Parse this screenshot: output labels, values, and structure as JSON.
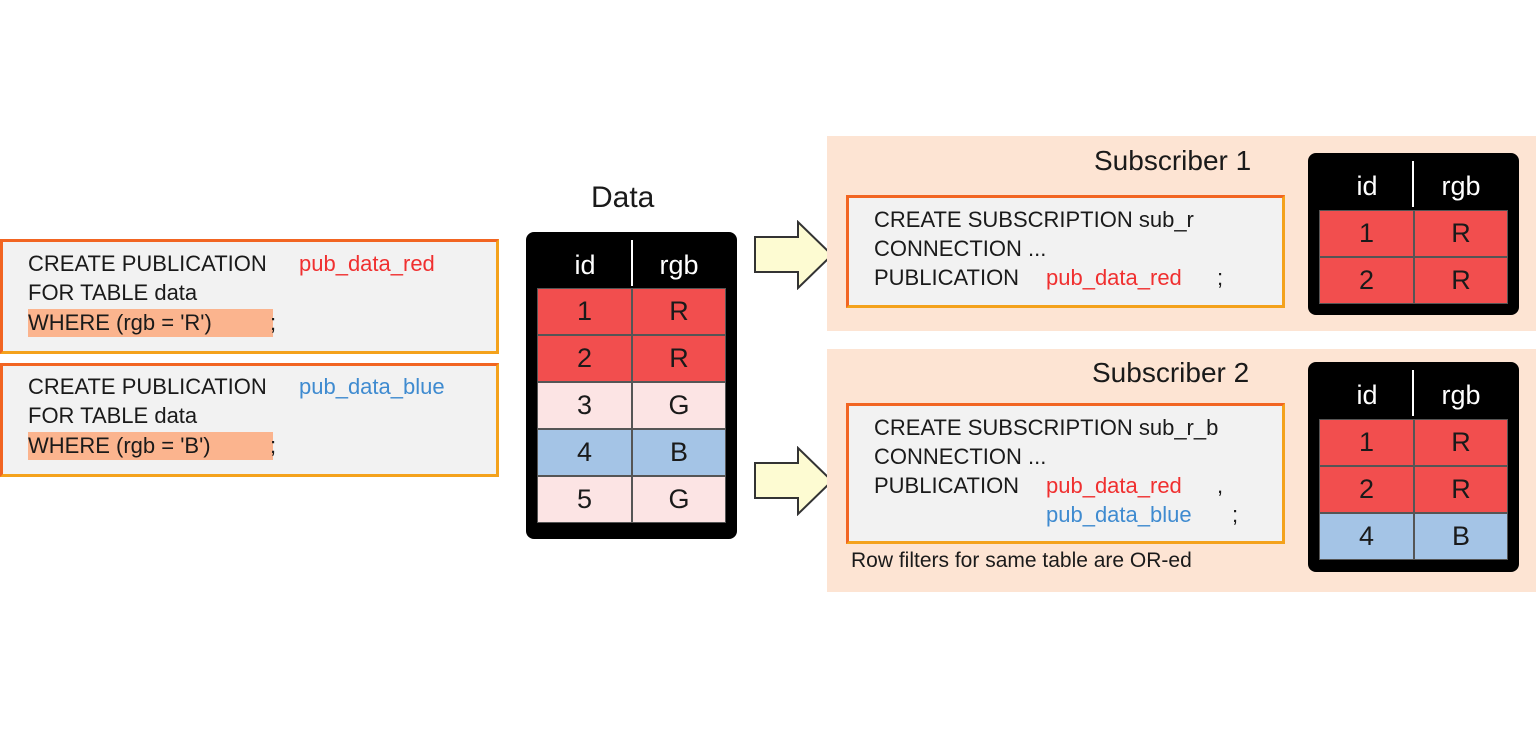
{
  "colors": {
    "red_row": "#f24e4e",
    "blue_row": "#a4c4e6",
    "pink_row": "#fce4e4",
    "panel_bg": "#fde4d3",
    "code_border": "#f26522",
    "highlight": "#fbb48e",
    "arrow_fill": "#fdfbd2"
  },
  "publications": [
    {
      "line1_prefix": "CREATE PUBLICATION",
      "pub_name": "pub_data_red",
      "line2": "FOR TABLE data",
      "line3": "WHERE (rgb = 'R')",
      "line3_end": ";"
    },
    {
      "line1_prefix": "CREATE PUBLICATION",
      "pub_name": "pub_data_blue",
      "line2": "FOR TABLE data",
      "line3": "WHERE (rgb = 'B')",
      "line3_end": ";"
    }
  ],
  "data_table": {
    "title": "Data",
    "headers": [
      "id",
      "rgb"
    ],
    "rows": [
      {
        "id": "1",
        "rgb": "R",
        "color": "red"
      },
      {
        "id": "2",
        "rgb": "R",
        "color": "red"
      },
      {
        "id": "3",
        "rgb": "G",
        "color": "pink"
      },
      {
        "id": "4",
        "rgb": "B",
        "color": "blue"
      },
      {
        "id": "5",
        "rgb": "G",
        "color": "pink"
      }
    ]
  },
  "subscribers": [
    {
      "title": "Subscriber 1",
      "line1": "CREATE SUBSCRIPTION sub_r",
      "line2": "CONNECTION ...",
      "line3_prefix": "PUBLICATION",
      "pub1": "pub_data_red",
      "pub1_end": ";",
      "table_headers": [
        "id",
        "rgb"
      ],
      "rows": [
        {
          "id": "1",
          "rgb": "R",
          "color": "red"
        },
        {
          "id": "2",
          "rgb": "R",
          "color": "red"
        }
      ]
    },
    {
      "title": "Subscriber 2",
      "line1": "CREATE SUBSCRIPTION sub_r_b",
      "line2": "CONNECTION ...",
      "line3_prefix": "PUBLICATION",
      "pub1": "pub_data_red",
      "pub1_end": ",",
      "pub2": "pub_data_blue",
      "pub2_end": ";",
      "note": "Row filters for same table are OR-ed",
      "table_headers": [
        "id",
        "rgb"
      ],
      "rows": [
        {
          "id": "1",
          "rgb": "R",
          "color": "red"
        },
        {
          "id": "2",
          "rgb": "R",
          "color": "red"
        },
        {
          "id": "4",
          "rgb": "B",
          "color": "blue"
        }
      ]
    }
  ]
}
